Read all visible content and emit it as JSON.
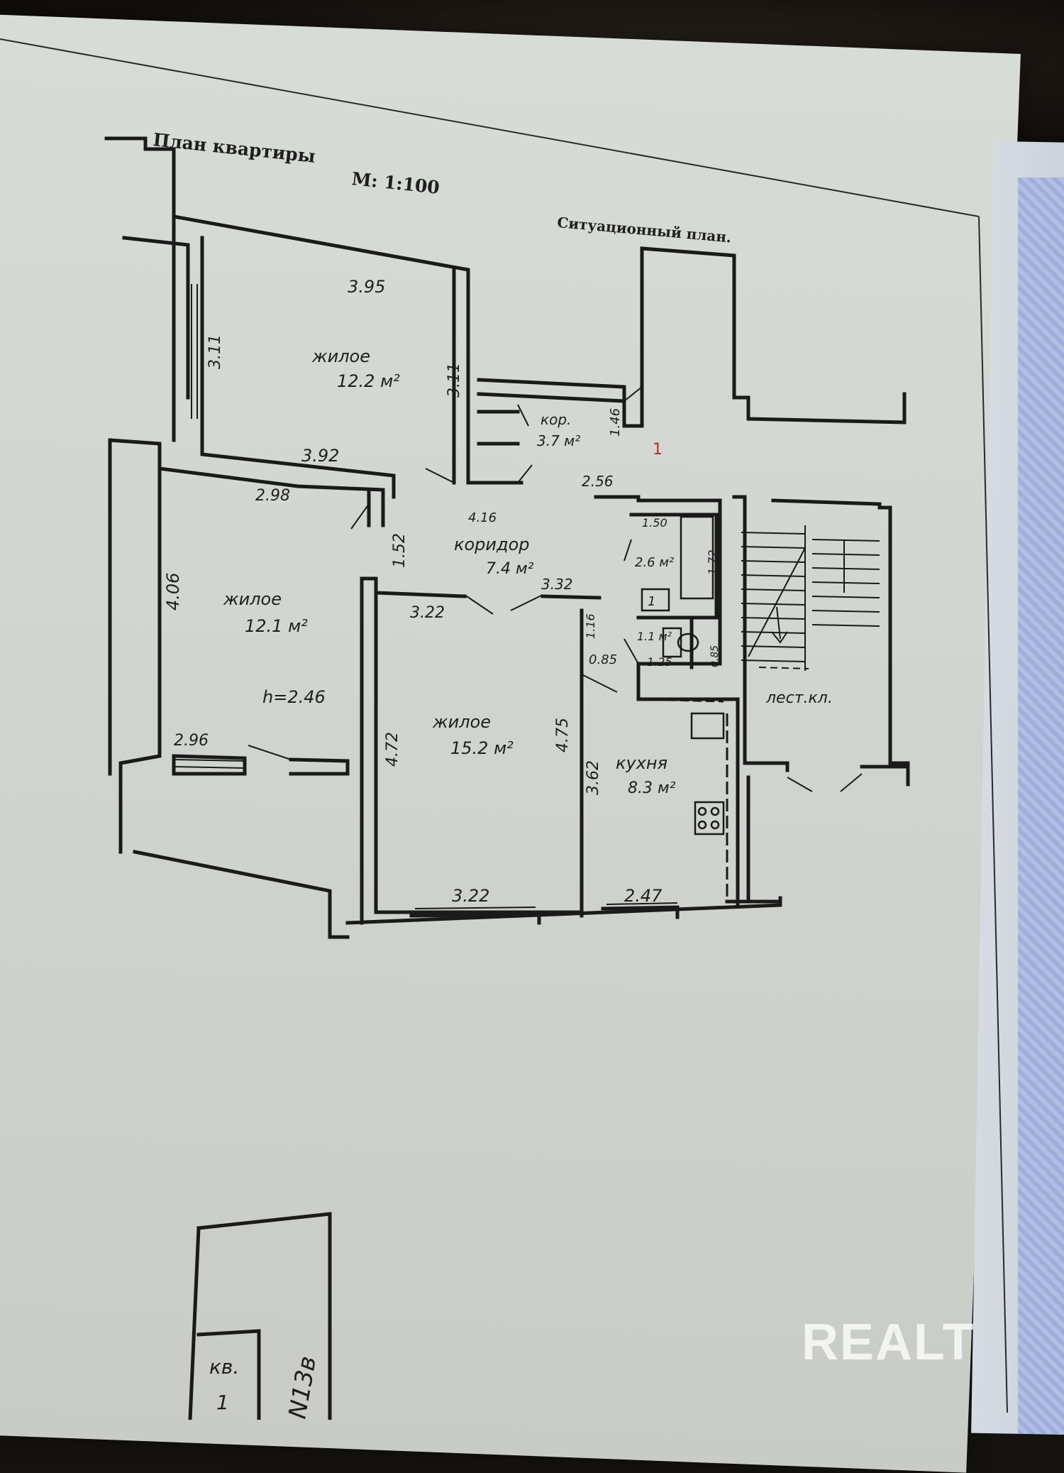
{
  "header": {
    "title": "План квартиры",
    "scale": "М: 1:100",
    "site_plan": "Ситуационный план."
  },
  "rooms": [
    {
      "name": "жилое",
      "area": "12.2 м²"
    },
    {
      "name": "кор.",
      "area": "3.7 м²"
    },
    {
      "name": "жилое",
      "area": "12.1 м²"
    },
    {
      "name": "коридор",
      "area": "7.4 м²"
    },
    {
      "name": "жилое",
      "area": "15.2 м²"
    },
    {
      "name": "кухня",
      "area": "8.3 м²"
    },
    {
      "area": "2.6 м²"
    },
    {
      "area": "1.1 м²"
    },
    {
      "name": "лест.кл."
    }
  ],
  "dimensions": {
    "r1_top": "3.95",
    "r1_left": "3.11",
    "r1_right": "3.11",
    "r1_bottom": "3.92",
    "kor_right": "1.46",
    "kor_bottom": "2.56",
    "r2_top": "2.98",
    "r2_left": "4.06",
    "r2_bottom": "2.96",
    "r2_height": "h=2.46",
    "corr_width": "1.52",
    "corr_top": "4.16",
    "corr_bottom": "3.32",
    "r3_top": "3.22",
    "r3_left": "4.72",
    "r3_right": "4.75",
    "r3_bottom": "3.22",
    "door_h": "1.16",
    "door_w": "0.85",
    "bath_w": "1.50",
    "bath_h": "1.72",
    "wc_w": "1.25",
    "wc_h": "0.85",
    "kit_left": "3.62",
    "kit_bottom": "2.47"
  },
  "marks": {
    "apartment_mark": "1",
    "red_mark": "1"
  },
  "stamp": {
    "kv_label": "кв.",
    "kv_number": "1",
    "number": "N13в"
  },
  "watermark": "REALT"
}
